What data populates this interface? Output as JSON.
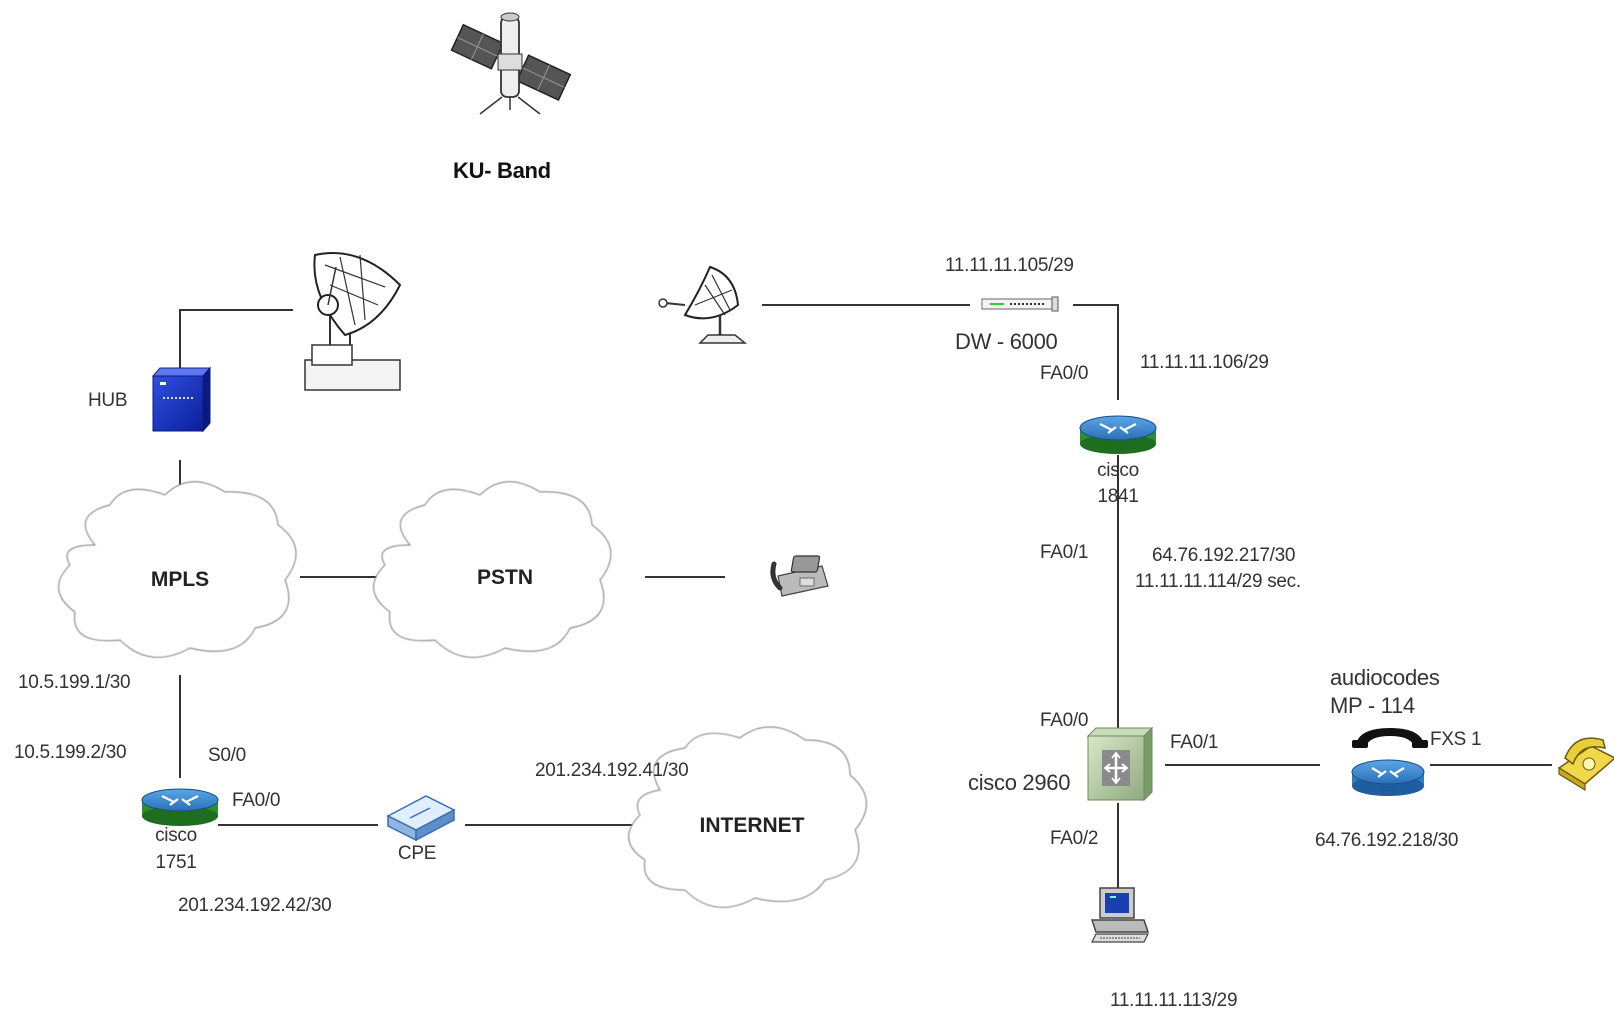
{
  "satellite": {
    "label": "KU- Band"
  },
  "clouds": {
    "mpls": "MPLS",
    "pstn": "PSTN",
    "internet": "INTERNET"
  },
  "left": {
    "hub_label": "HUB",
    "mpls_ip": "10.5.199.1/30",
    "router_ip": "10.5.199.2/30",
    "s0": "S0/0",
    "fa00": "FA0/0",
    "router_name": "cisco",
    "router_model": "1751",
    "cpe_label": "CPE",
    "cpe_ip": "201.234.192.42/30",
    "internet_ip": "201.234.192.41/30"
  },
  "right": {
    "modem_ip": "11.11.11.105/29",
    "modem_label": "DW - 6000",
    "r1841_fa00": "FA0/0",
    "r1841_ip": "11.11.11.106/29",
    "r1841_name": "cisco",
    "r1841_model": "1841",
    "r1841_fa01": "FA0/1",
    "r1841_ip2": "64.76.192.217/30",
    "r1841_ip3": "11.11.11.114/29 sec.",
    "sw_fa00": "FA0/0",
    "sw_name": "cisco 2960",
    "sw_fa01": "FA0/1",
    "sw_fa02": "FA0/2",
    "pc_ip": "11.11.11.113/29",
    "gw_name": "audiocodes",
    "gw_model": "MP - 114",
    "gw_fxs": "FXS 1",
    "gw_ip": "64.76.192.218/30"
  }
}
